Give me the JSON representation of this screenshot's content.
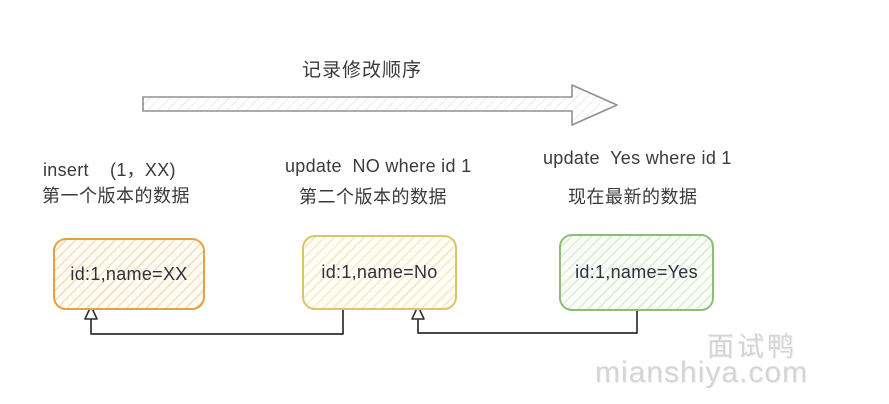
{
  "diagram": {
    "title": "记录修改顺序",
    "versions": [
      {
        "operation": "insert    (1，XX)",
        "caption": "第一个版本的数据",
        "record": "id:1,name=XX",
        "border_color": "#E2A43C",
        "hatch_color": "#F5DFBC",
        "fill_color": "#FFFCF6"
      },
      {
        "operation": "update  NO where id 1",
        "caption": "第二个版本的数据",
        "record": "id:1,name=No",
        "border_color": "#D9C56C",
        "hatch_color": "#F4EBC6",
        "fill_color": "#FFFEF7"
      },
      {
        "operation": "update  Yes where id 1",
        "caption": "现在最新的数据",
        "record": "id:1,name=Yes",
        "border_color": "#8CBE79",
        "hatch_color": "#DDEDD6",
        "fill_color": "#FAFDF8"
      }
    ],
    "colors": {
      "background": "#FFFFFF",
      "arrow_outline": "#909090",
      "arrow_hatch": "#E3E3E3",
      "connector": "#2F2F2F",
      "label_text": "#3A3A3A",
      "record_text": "#30303C",
      "watermark": "#D5D5D5"
    },
    "watermark": {
      "brand": "面试鸭",
      "domain": "mianshiya.com"
    }
  }
}
